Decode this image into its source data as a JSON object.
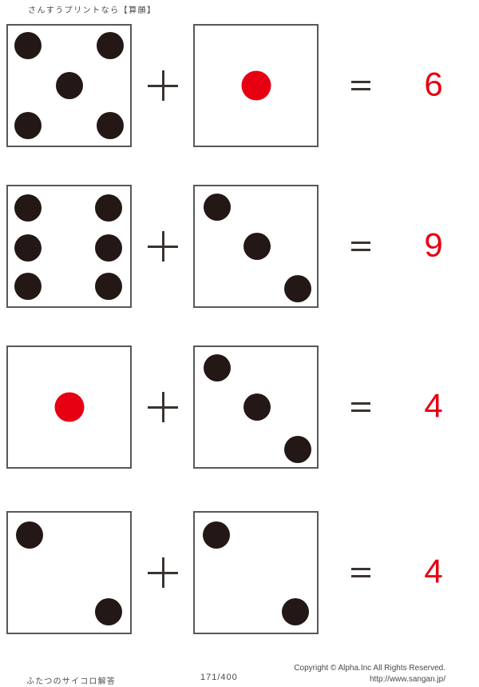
{
  "header": {
    "title": "さんすうプリントなら【算願】"
  },
  "colors": {
    "pip_black": "#231815",
    "pip_red": "#e60012",
    "answer_red": "#e60012",
    "die_border": "#595757",
    "operator": "#3a3330",
    "text": "#4c4948"
  },
  "problems": [
    {
      "left_die": {
        "pips": 5,
        "color": "black"
      },
      "operator": "+",
      "right_die": {
        "pips": 1,
        "color": "red"
      },
      "equals_sign": "=",
      "answer": "6"
    },
    {
      "left_die": {
        "pips": 6,
        "color": "black"
      },
      "operator": "+",
      "right_die": {
        "pips": 3,
        "color": "black"
      },
      "equals_sign": "=",
      "answer": "9"
    },
    {
      "left_die": {
        "pips": 1,
        "color": "red"
      },
      "operator": "+",
      "right_die": {
        "pips": 3,
        "color": "black"
      },
      "equals_sign": "=",
      "answer": "4"
    },
    {
      "left_die": {
        "pips": 2,
        "color": "black"
      },
      "operator": "+",
      "right_die": {
        "pips": 2,
        "color": "black"
      },
      "equals_sign": "=",
      "answer": "4"
    }
  ],
  "footer": {
    "worksheet_name": "ふたつのサイコロ解答",
    "page_number": "171/400",
    "copyright": "Copyright ©  Alpha.Inc All Rights Reserved.",
    "url": "http://www.sangan.jp/"
  }
}
